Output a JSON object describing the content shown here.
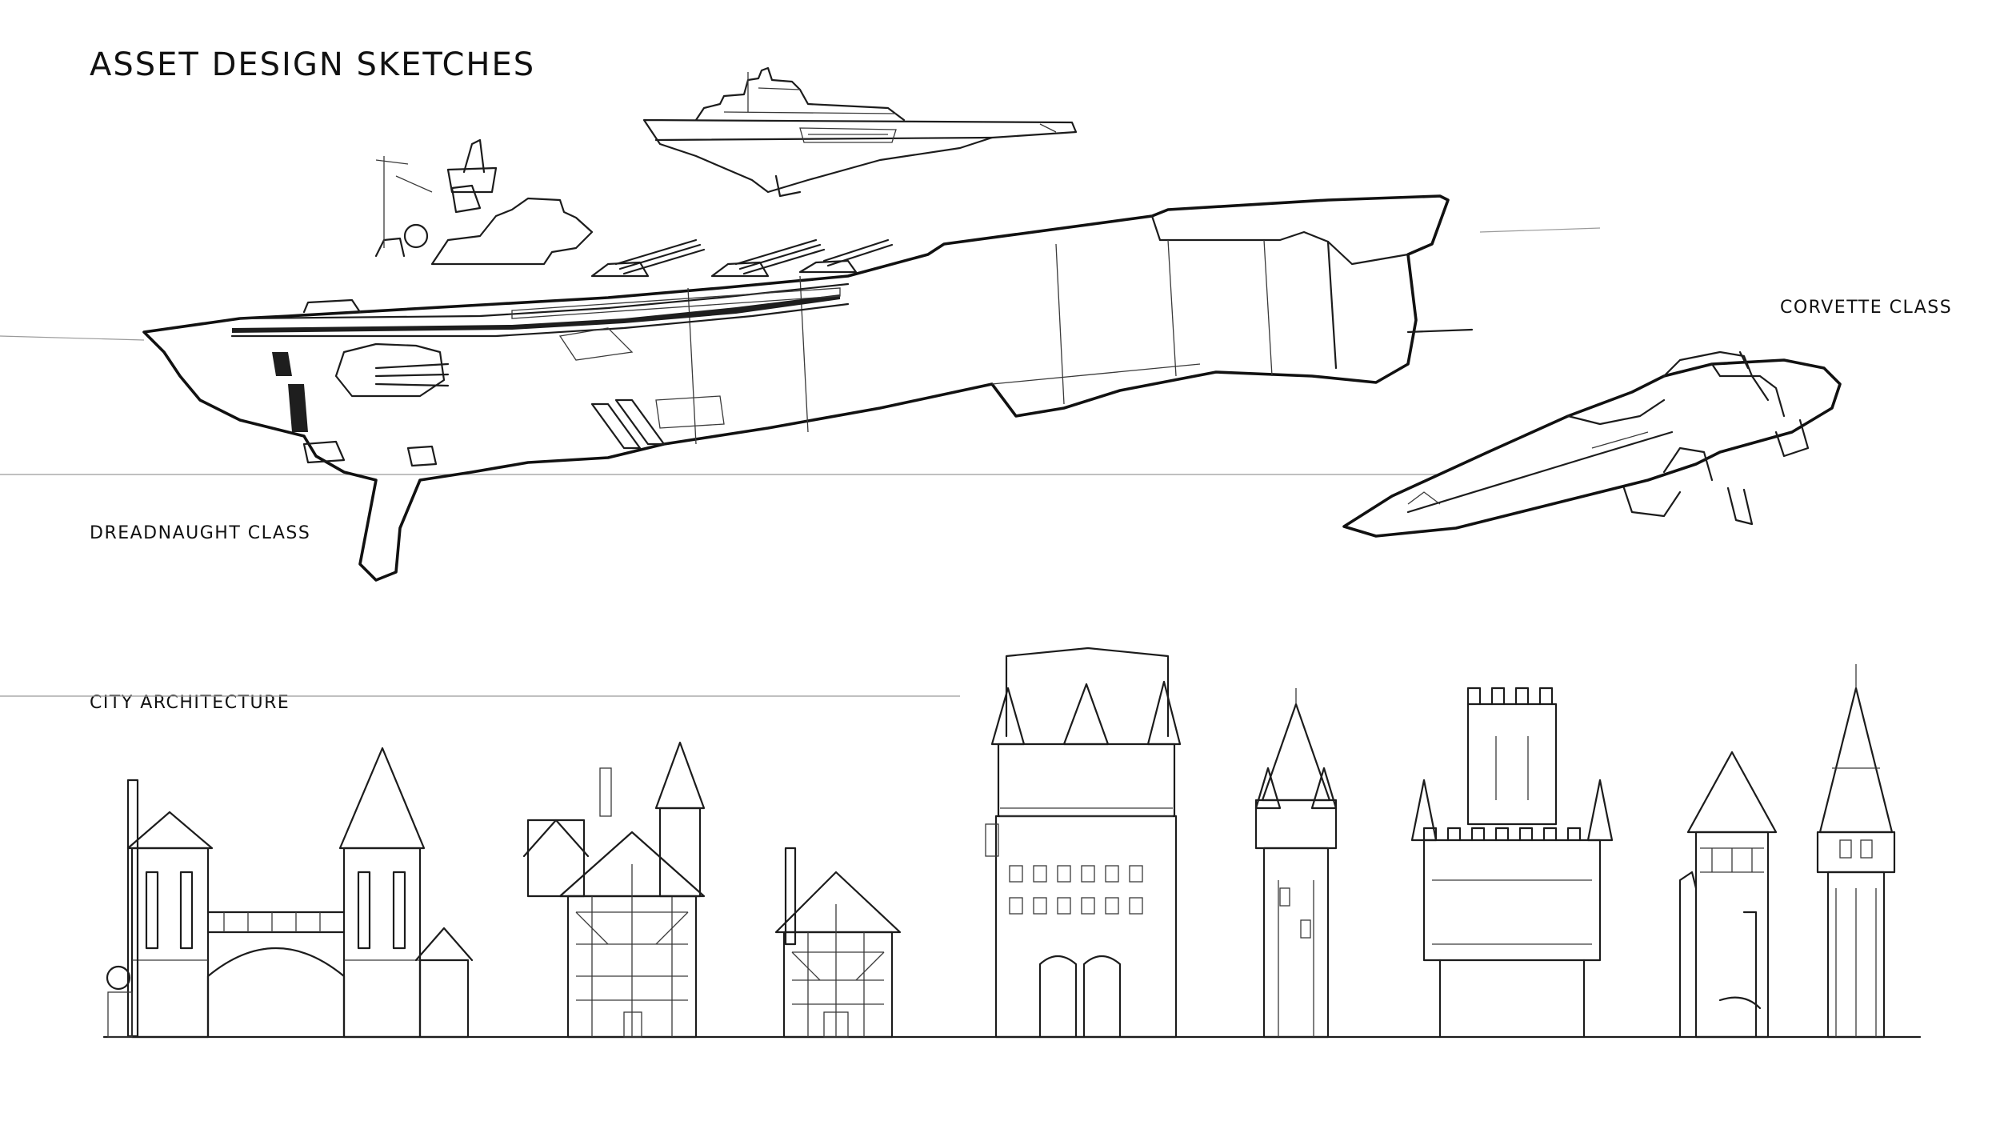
{
  "page": {
    "title": "ASSET DESIGN SKETCHES"
  },
  "ships": {
    "dreadnaught_label": "DREADNAUGHT CLASS",
    "corvette_label": "CORVETTE CLASS"
  },
  "architecture": {
    "section_label": "CITY ARCHITECTURE",
    "buildings": [
      "twin-tower-gate",
      "tudor-manor",
      "tudor-house",
      "castle-keep",
      "spire-tower",
      "crenellated-water-tower",
      "conical-pipe-tower",
      "tall-spire-watchtower"
    ]
  },
  "colors": {
    "background": "#ffffff",
    "ink": "#1c1c1c"
  }
}
